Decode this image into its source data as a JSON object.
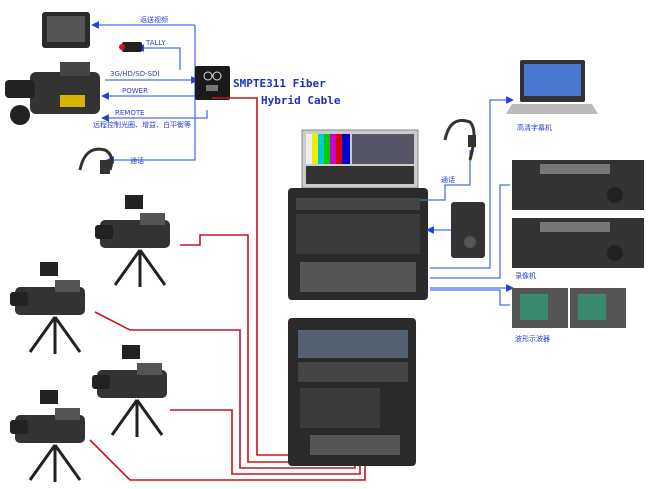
{
  "camera_side": {
    "return_video": "返送视频",
    "tally": "TALLY",
    "sdi": "3G/HD/SD-SDI",
    "power": "POWER",
    "remote": "REMOTE",
    "remote_desc": "远程控制光圈、增益、白平衡等",
    "intercom": "通话"
  },
  "cable": {
    "line1": "SMPTE311 Fiber",
    "line2": "Hybrid Cable"
  },
  "control_side": {
    "caption_machine": "高清字幕机",
    "intercom": "通话",
    "vtr": "录像机",
    "waveform_monitor": "波形示波器"
  },
  "colors": {
    "signal_line": "#4a6ff0",
    "fiber_cable": "#c8141a",
    "label": "#2a3fd0"
  }
}
